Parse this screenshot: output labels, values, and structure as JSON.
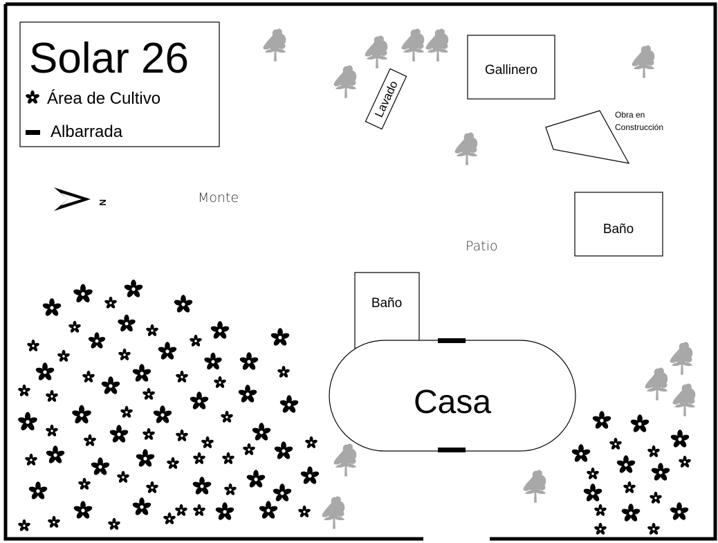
{
  "legend": {
    "title": "Solar 26",
    "items": [
      {
        "symbol": "flower-icon",
        "label": "Área de Cultivo"
      },
      {
        "symbol": "wall-segment-icon",
        "label": "Albarrada"
      }
    ]
  },
  "north_arrow": {
    "label": "N",
    "direction": "right"
  },
  "labels": {
    "monte": "Monte",
    "patio": "Patio",
    "gallinero": "Gallinero",
    "lavado": "Lavado",
    "obra_line1": "Obra en",
    "obra_line2": "Construcción",
    "bano_patio": "Baño",
    "bano_casa": "Baño",
    "casa": "Casa"
  },
  "colors": {
    "line": "#000000",
    "tree": "#a8a8a8",
    "background": "#ffffff"
  }
}
